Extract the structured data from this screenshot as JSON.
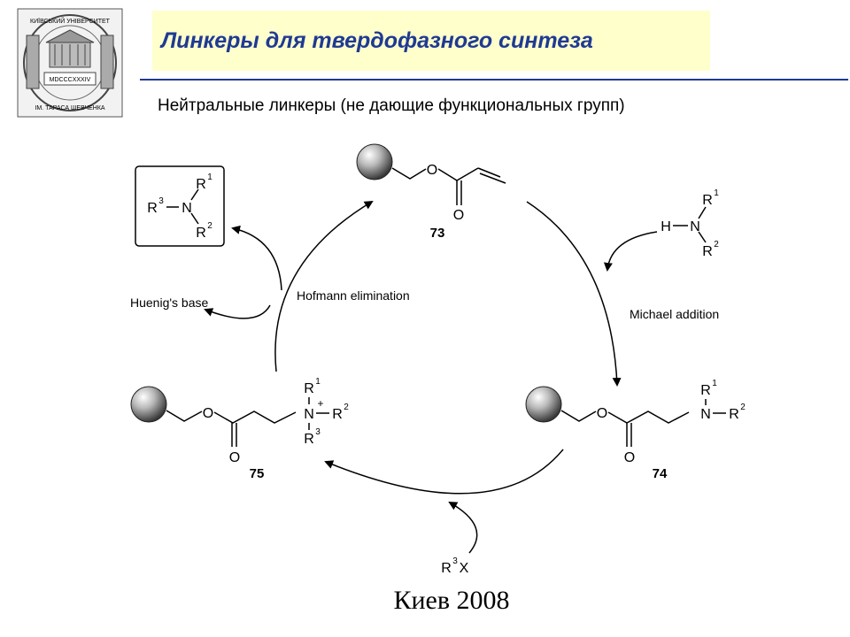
{
  "header": {
    "title": "Линкеры для твердофазного синтеза",
    "subtitle": "Нейтральные линкеры (не дающие функциональных групп)"
  },
  "logo": {
    "icon": "university-seal-icon",
    "text_top": "КИЇВСЬКИЙ УНІВЕРСИТЕТ",
    "text_bottom": "ІМ. ТАРАСА ШЕВЧЕНКА",
    "year": "MDCCCXXXIV"
  },
  "scheme": {
    "compound_73": "73",
    "compound_74": "74",
    "compound_75": "75",
    "amine_h": "H",
    "amine_n": "N",
    "r": "R",
    "sup1": "1",
    "sup2": "2",
    "sup3": "3",
    "plus": "+",
    "oxygen": "O",
    "michael_addition": "Michael addition",
    "hofmann_elimination": "Hofmann elimination",
    "huenigs_base": "Huenig's base",
    "alkyl_halide_x": "X"
  },
  "footer": {
    "text": "Киев 2008"
  },
  "colors": {
    "title": "#1f3a93",
    "title_bg": "#ffffcc",
    "rule": "#1f3a93"
  }
}
